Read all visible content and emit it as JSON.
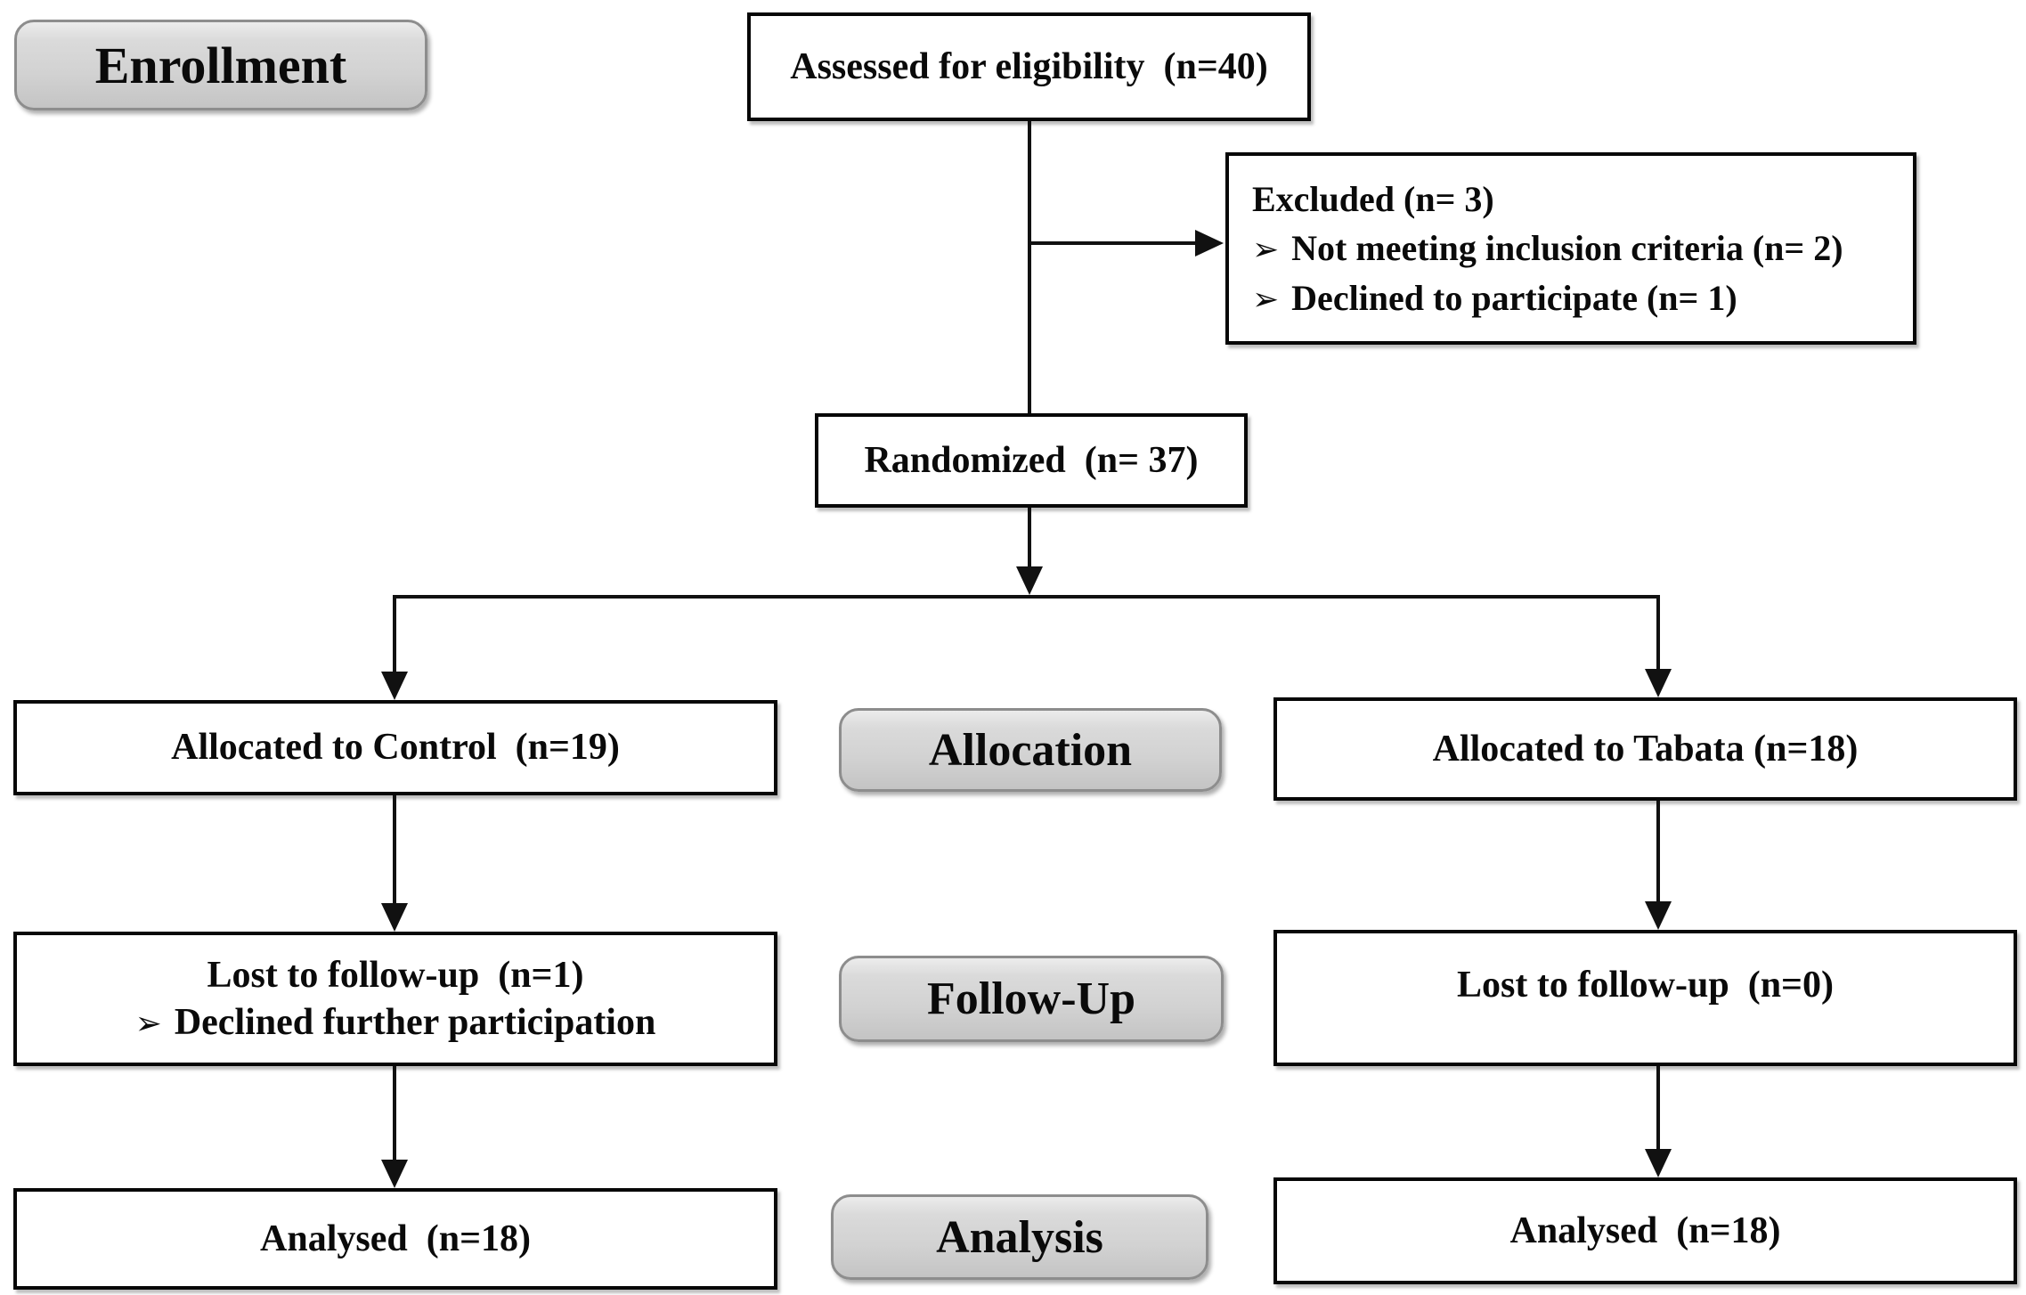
{
  "flowchart": {
    "badges": {
      "enrollment": "Enrollment",
      "allocation": "Allocation",
      "followup": "Follow-Up",
      "analysis": "Analysis"
    },
    "boxes": {
      "assessed": "Assessed for eligibility  (n=40)",
      "excluded_title": "Excluded (n= 3)",
      "excluded_bullet_1": "Not meeting inclusion criteria (n= 2)",
      "excluded_bullet_2": "Declined to participate (n= 1)",
      "randomized": "Randomized  (n= 37)",
      "allocated_control": "Allocated to Control  (n=19)",
      "allocated_tabata": "Allocated to Tabata (n=18)",
      "lost_control_line1": "Lost to follow-up  (n=1)",
      "lost_control_bullet": "Declined further participation",
      "lost_tabata": "Lost to follow-up  (n=0)",
      "analysed_control": "Analysed  (n=18)",
      "analysed_tabata": "Analysed  (n=18)"
    },
    "glyphs": {
      "bullet": "➢"
    },
    "colors": {
      "badge_fill": "#d2d2d2",
      "badge_border": "#8d8d8d",
      "box_border": "#070707",
      "line": "#111111",
      "background": "#ffffff"
    }
  }
}
